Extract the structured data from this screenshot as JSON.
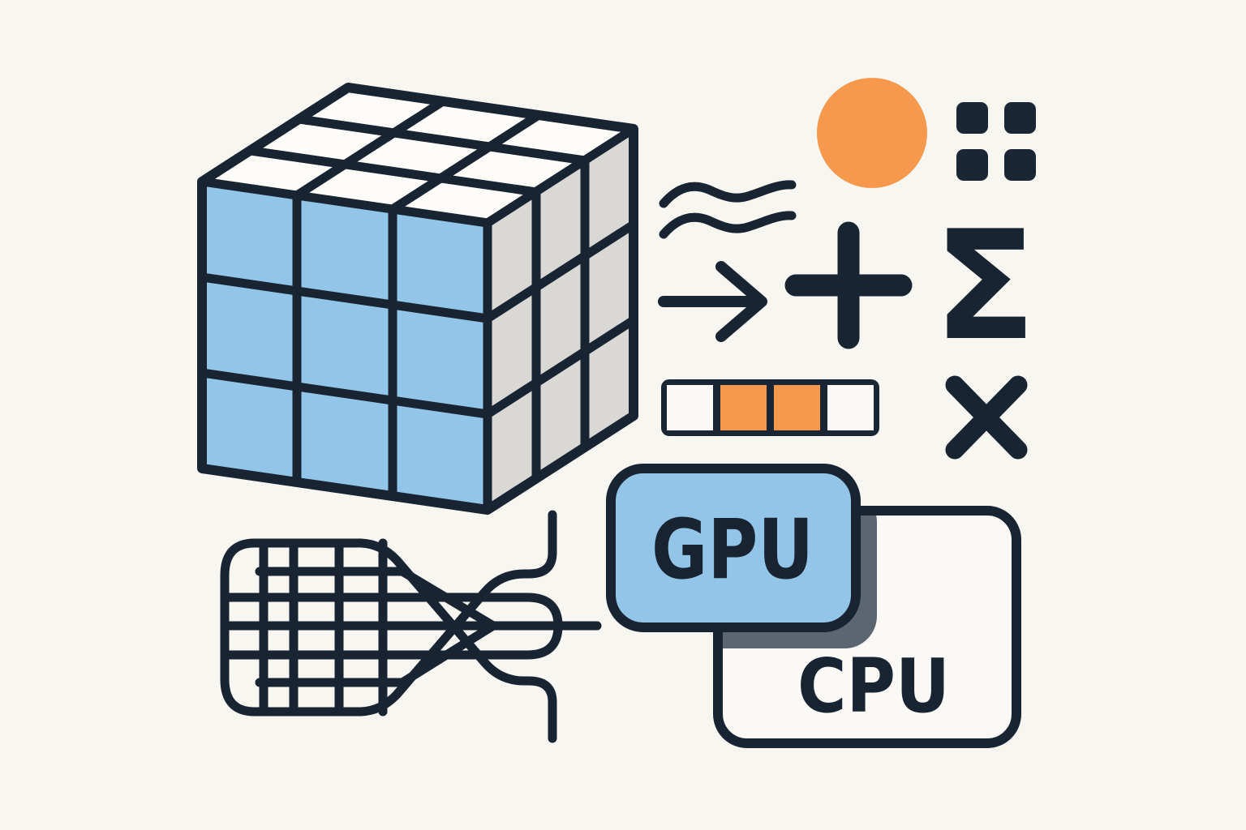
{
  "colors": {
    "background": "#F8F6F1",
    "outline": "#182432",
    "blue": "#92C5E8",
    "top_face": "#FDFCF8",
    "side_face": "#D9D8D4",
    "orange": "#F6994C",
    "icon_dark": "#1B2634",
    "chip_fill_white": "#FBF9F6",
    "chip_shadow": "#5B6671"
  },
  "cube": {
    "rows": 3,
    "columns": 3,
    "layers": 3
  },
  "symbols": {
    "sigma": "Σ"
  },
  "grid_icon": {
    "rows": 2,
    "columns": 2
  },
  "vector": {
    "cells": [
      "white",
      "orange",
      "orange",
      "white"
    ],
    "cell_colors": [
      "#FBF9F6",
      "#F6994C",
      "#F6994C",
      "#FBF9F6"
    ]
  },
  "chips": {
    "gpu_label": "GPU",
    "cpu_label": "CPU"
  }
}
